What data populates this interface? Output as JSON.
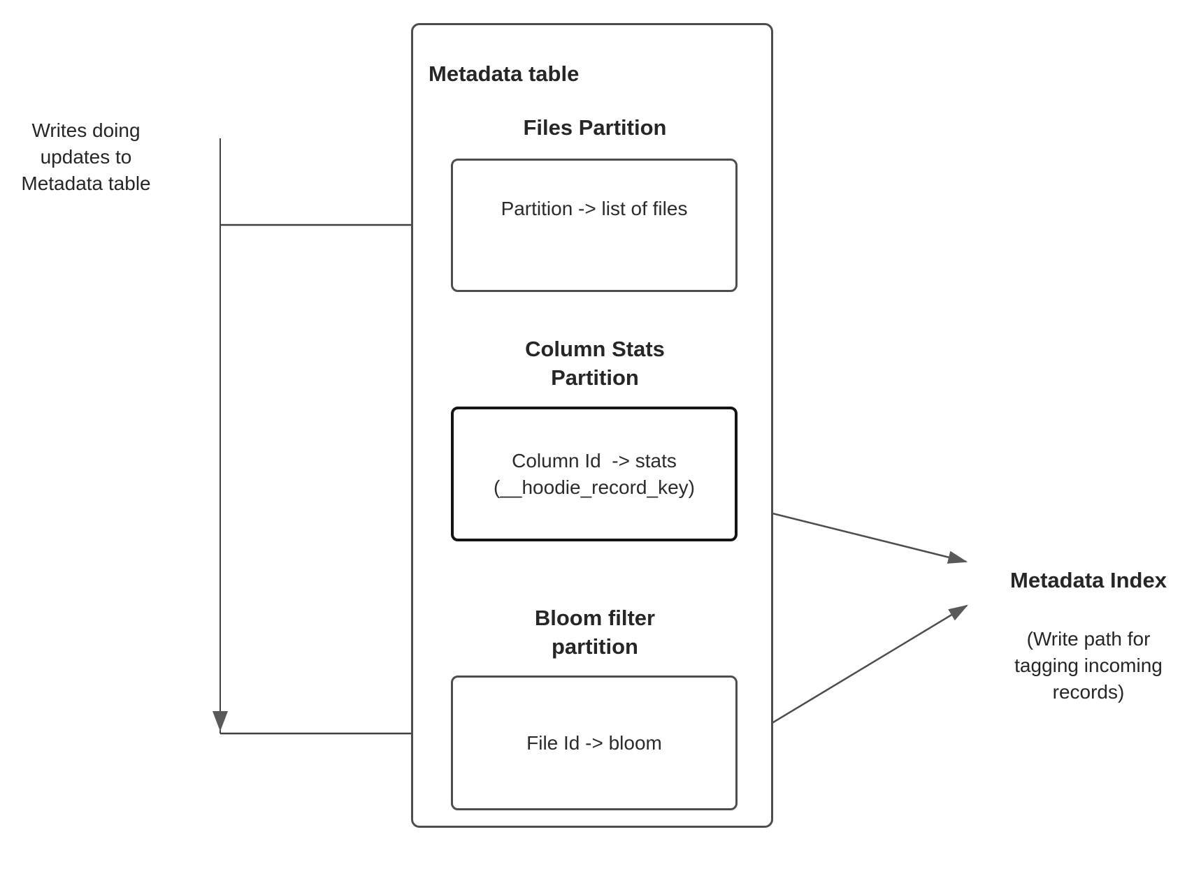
{
  "diagram": {
    "left_note": "Writes doing\nupdates to\nMetadata table",
    "container": {
      "title": "Metadata table",
      "sections": [
        {
          "id": "files",
          "heading": "Files Partition",
          "label": "Partition -> list of files"
        },
        {
          "id": "column-stats",
          "heading": "Column Stats\nPartition",
          "label": "Column Id  -> stats\n(__hoodie_record_key)"
        },
        {
          "id": "bloom-filter",
          "heading": "Bloom filter\npartition",
          "label": "File Id -> bloom"
        }
      ]
    },
    "index": {
      "title": "Metadata Index",
      "subtitle": "(Write path for\ntagging incoming\nrecords)"
    },
    "colors": {
      "background": "#ffffff",
      "line": "#4d4d4d",
      "emphasis_border": "#141414",
      "text": "#262626"
    }
  }
}
